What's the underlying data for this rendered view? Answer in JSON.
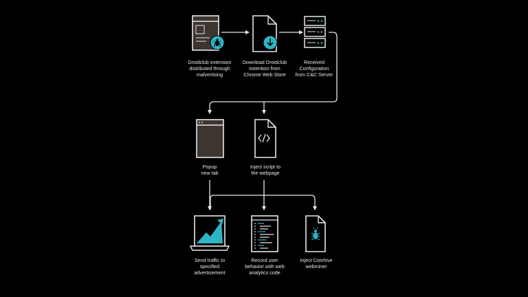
{
  "colors": {
    "background": "#000000",
    "stroke": "#e8e8e8",
    "fill": "#3d3530",
    "accent": "#2fb4c6"
  },
  "nodes": [
    {
      "id": "extension",
      "icon": "browser-bug-icon",
      "label": "Droidclub extension\ndistributed through\nmalvertising"
    },
    {
      "id": "download",
      "icon": "file-download-icon",
      "label": "Download Droidclub\nextention from\nChrome Web Store"
    },
    {
      "id": "config",
      "icon": "server-icon",
      "label": "Received\nConfiguration\nfrom C&C Server"
    },
    {
      "id": "popup",
      "icon": "browser-window-icon",
      "label": "Popup\nnew tab"
    },
    {
      "id": "inject-script",
      "icon": "file-code-icon",
      "label": "Inject script to\nthe webpage"
    },
    {
      "id": "traffic",
      "icon": "laptop-chart-icon",
      "label": "Send traffic to\nspecified\nadvertisement"
    },
    {
      "id": "record",
      "icon": "code-editor-icon",
      "label": "Record user\nbehavior with web\nanalytics code"
    },
    {
      "id": "coinhive",
      "icon": "file-bug-icon",
      "label": "Inject Coinhive\nwebminer"
    }
  ]
}
